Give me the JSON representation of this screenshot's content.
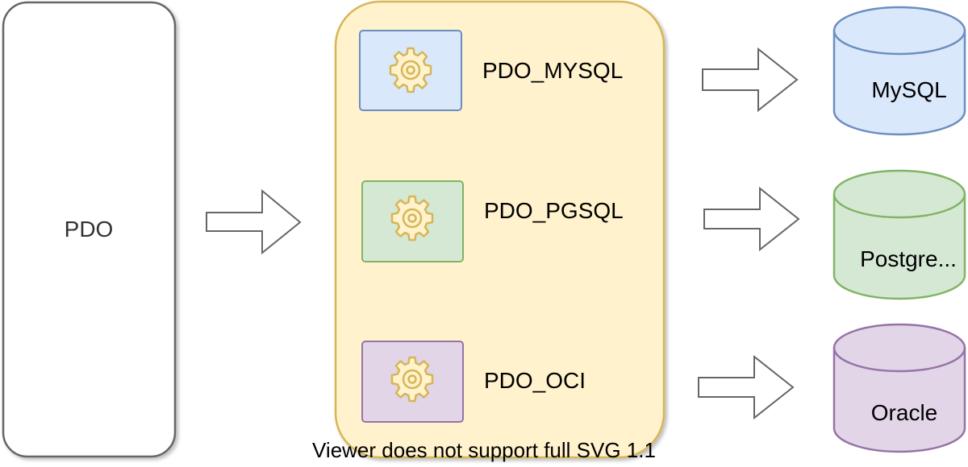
{
  "pdo": {
    "label": "PDO"
  },
  "drivers": [
    {
      "label": "PDO_MYSQL",
      "icon": "gear-icon",
      "fill": "#dae8fc",
      "stroke": "#6c8ebf"
    },
    {
      "label": "PDO_PGSQL",
      "icon": "gear-icon",
      "fill": "#d5e8d4",
      "stroke": "#82b366"
    },
    {
      "label": "PDO_OCI",
      "icon": "gear-icon",
      "fill": "#e1d5e7",
      "stroke": "#9673a6"
    }
  ],
  "databases": [
    {
      "label": "MySQL",
      "fill": "#dae8fc",
      "stroke": "#6c8ebf"
    },
    {
      "label": "Postgre...",
      "fill": "#d5e8d4",
      "stroke": "#82b366"
    },
    {
      "label": "Oracle",
      "fill": "#e1d5e7",
      "stroke": "#9673a6"
    }
  ],
  "container": {
    "fill": "#fff2cc",
    "stroke": "#d6b656"
  },
  "gear": {
    "fill": "#fff2cc",
    "stroke": "#d6b656"
  },
  "footer_note": "Viewer does not support full SVG 1.1"
}
